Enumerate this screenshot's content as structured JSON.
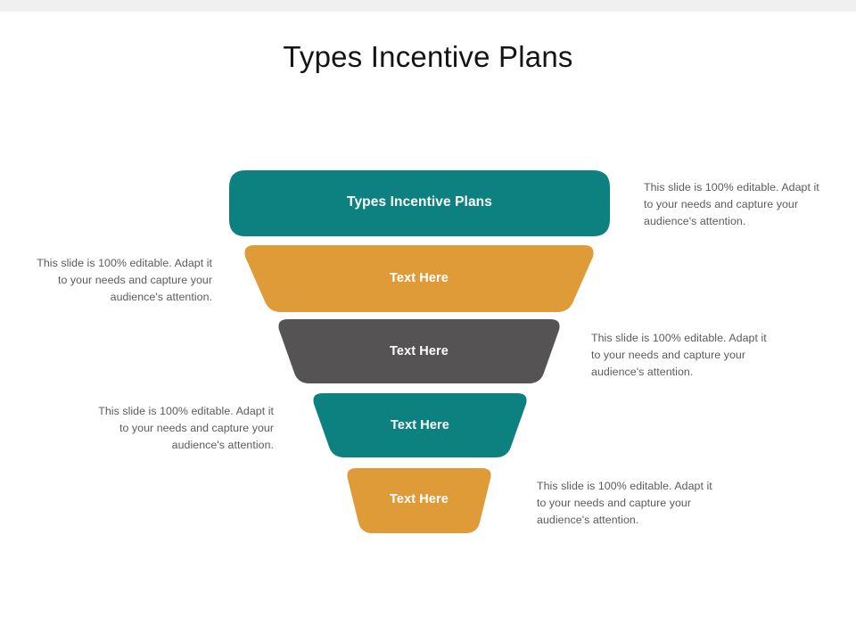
{
  "page_title": "Types Incentive Plans",
  "colors": {
    "teal": "#0d8080",
    "orange": "#e09b39",
    "gray": "#555353",
    "title_text": "#141414",
    "body_text": "#5b5b5b",
    "segment_text": "#ffffff",
    "top_band": "#f0f0f0",
    "background": "#ffffff"
  },
  "funnel": {
    "segments": [
      {
        "label": "Types Incentive Plans",
        "color_name": "teal",
        "fill": "#0d8080"
      },
      {
        "label": "Text Here",
        "color_name": "orange",
        "fill": "#e09b39"
      },
      {
        "label": "Text Here",
        "color_name": "gray",
        "fill": "#555353"
      },
      {
        "label": "Text Here",
        "color_name": "teal",
        "fill": "#0d8080"
      },
      {
        "label": "Text Here",
        "color_name": "orange",
        "fill": "#e09b39"
      }
    ]
  },
  "callouts": [
    {
      "text": "This slide is 100% editable. Adapt it to your needs and capture your audience's attention.",
      "side": "right"
    },
    {
      "text": "This slide is 100% editable. Adapt it to your needs and capture your audience's attention.",
      "side": "left"
    },
    {
      "text": "This slide is 100% editable. Adapt it to your needs and capture your audience's attention.",
      "side": "right"
    },
    {
      "text": "This slide is 100% editable. Adapt it to your needs and capture your audience's attention.",
      "side": "left"
    },
    {
      "text": "This slide is 100% editable. Adapt it to your needs and capture your audience's attention.",
      "side": "right"
    }
  ]
}
